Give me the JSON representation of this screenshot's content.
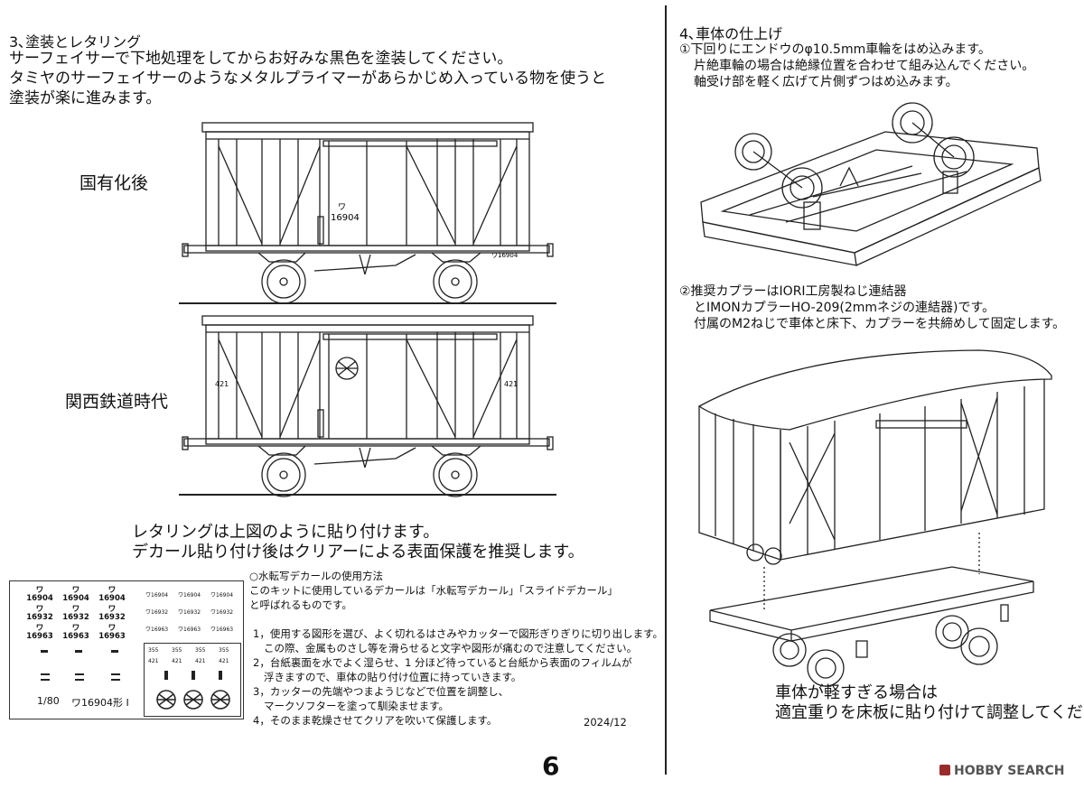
{
  "left": {
    "heading": "3､塗装とレタリング",
    "para": [
      "サーフェイサーで下地処理をしてからお好みな黒色を塗装してください。",
      "タミヤのサーフェイサーのようなメタルプライマーがあらかじめ入っている物を使うと",
      "塗装が楽に進みます。"
    ],
    "label_top": "国有化後",
    "label_bottom": "関西鉄道時代",
    "car_top_texts": [
      "ワ",
      "16904",
      "ワ16904"
    ],
    "car_bottom_texts": [
      "421",
      "421"
    ],
    "lettering_note": [
      "レタリングは上図のように貼り付けます。",
      "デカール貼り付け後はクリアーによる表面保護を推奨します。"
    ],
    "decal_heading": "○水転写デカールの使用方法",
    "decal_intro": [
      "このキットに使用しているデカールは「水転写デカール」「スライドデカール」",
      "と呼ばれるものです。"
    ],
    "decal_steps": [
      "1，使用する図形を選び、よく切れるはさみやカッターで図形ぎりぎりに切り出します。",
      "この際、金属ものさし等を滑らせると文字や図形が痛むので注意してください。",
      "2，台紙裏面を水でよく湿らせ、1 分ほど待っていると台紙から表面のフィルムが",
      "浮きますので、車体の貼り付け位置に持っていきます。",
      "3，カッターの先端やつまようじなどで位置を調整し、",
      "マークソフターを塗って馴染ませます。",
      "4，そのまま乾燥させてクリアを吹いて保護します。"
    ],
    "date": "2024/12",
    "decal_sheet": {
      "row1": [
        "ワ\n16904",
        "ワ\n16904",
        "ワ\n16904"
      ],
      "row2": [
        "ワ\n16932",
        "ワ\n16932",
        "ワ\n16932"
      ],
      "row3": [
        "ワ\n16963",
        "ワ\n16963",
        "ワ\n16963"
      ],
      "right1": [
        "ワ16904",
        "ワ16904",
        "ワ16904"
      ],
      "right2": [
        "ワ16932",
        "ワ16932",
        "ワ16932"
      ],
      "right3": [
        "ワ16963",
        "ワ16963",
        "ワ16963"
      ],
      "nums355": [
        "355",
        "355",
        "355",
        "355"
      ],
      "nums421": [
        "421",
        "421",
        "421",
        "421"
      ],
      "scale": "1/80",
      "title": "ワ16904形 I"
    }
  },
  "right": {
    "heading": "4､車体の仕上げ",
    "step1": [
      "①下回りにエンドウのφ10.5mm車輪をはめ込みます。",
      "片絶車輪の場合は絶縁位置を合わせて組み込んでください。",
      "軸受け部を軽く広げて片側ずつはめ込みます。"
    ],
    "step2": [
      "②推奨カプラーはIORI工房製ねじ連結器",
      "とIMONカプラーHO-209(2mmネジの連結器)です。",
      "付属のM2ねじで車体と床下、カプラーを共締めして固定します。"
    ],
    "weight_note": [
      "車体が軽すぎる場合は",
      "適宜重りを床板に貼り付けて調整してください。"
    ]
  },
  "page_number": "6",
  "watermark": "HOBBY SEARCH"
}
